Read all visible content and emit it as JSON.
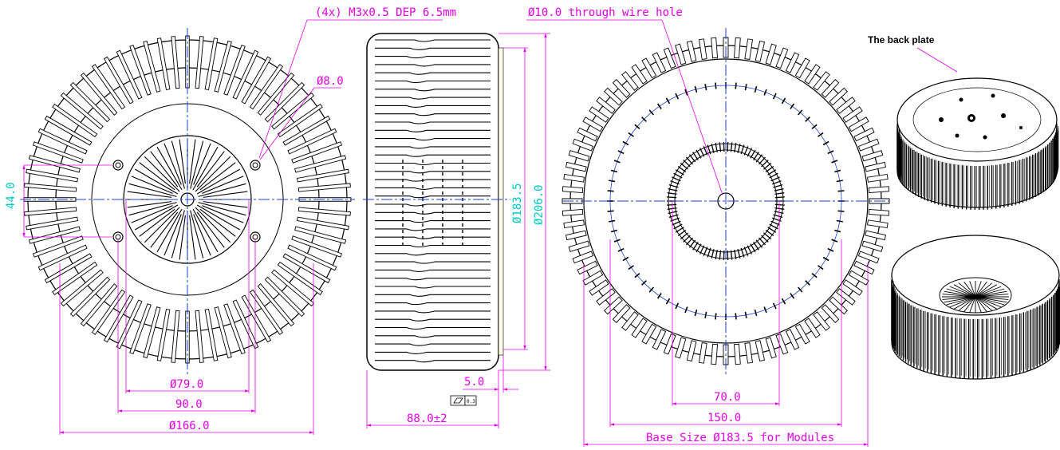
{
  "annotations": {
    "threads": "(4x) M3x0.5 DEP 6.5mm",
    "wire_hole": "Ø10.0 through wire hole",
    "back_plate": "The back plate",
    "hole_dia": "Ø8.0"
  },
  "dimensions": {
    "d44": "44.0",
    "d79": "Ø79.0",
    "d90": "90.0",
    "d166": "Ø166.0",
    "d183": "Ø183.5",
    "d206": "Ø206.0",
    "d5": "5.0",
    "d88": "88.0±2",
    "flat": "0.3",
    "d70": "70.0",
    "d150": "150.0",
    "base": "Base Size Ø183.5 for Modules"
  },
  "colors": {
    "line": "#000000",
    "center": "#1c3fd1",
    "dimension": "#e600e6",
    "vertical_dimension": "#00c8c8"
  }
}
